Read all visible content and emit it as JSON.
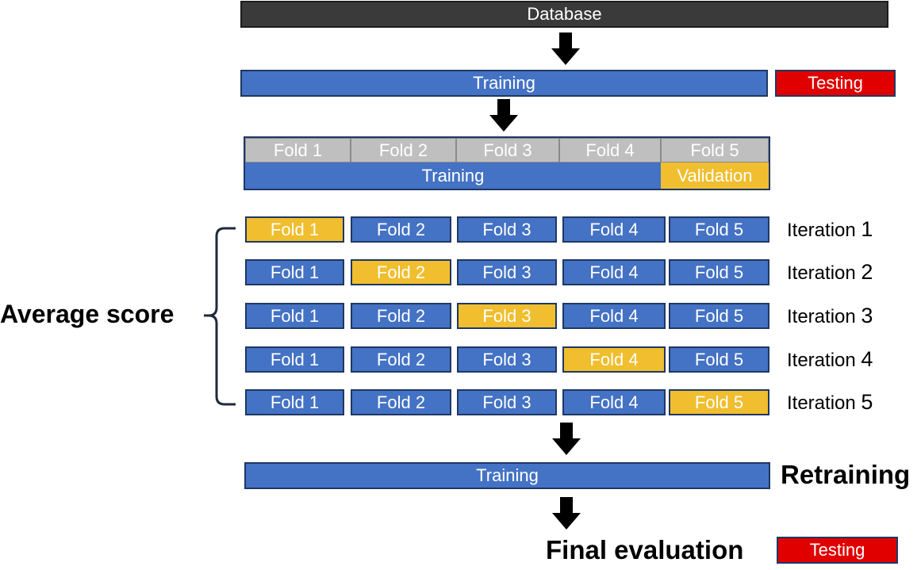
{
  "database_label": "Database",
  "split": {
    "training": "Training",
    "testing": "Testing"
  },
  "folds_header": [
    "Fold 1",
    "Fold 2",
    "Fold 3",
    "Fold 4",
    "Fold 5"
  ],
  "train_val": {
    "training": "Training",
    "validation": "Validation"
  },
  "iterations": {
    "fold_labels": [
      "Fold 1",
      "Fold 2",
      "Fold 3",
      "Fold 4",
      "Fold 5"
    ],
    "word": "Iteration",
    "numbers": [
      "1",
      "2",
      "3",
      "4",
      "5"
    ],
    "validation_fold_index": [
      0,
      1,
      2,
      3,
      4
    ]
  },
  "average_score": "Average score",
  "retraining": {
    "bar": "Training",
    "label": "Retraining"
  },
  "final": {
    "label": "Final evaluation",
    "testing": "Testing"
  },
  "colors": {
    "database": "#3a3a3a",
    "training": "#4472c4",
    "testing": "#e00000",
    "fold_header": "#bfbfbf",
    "validation": "#f0be2e",
    "outline": "#1f3864"
  }
}
